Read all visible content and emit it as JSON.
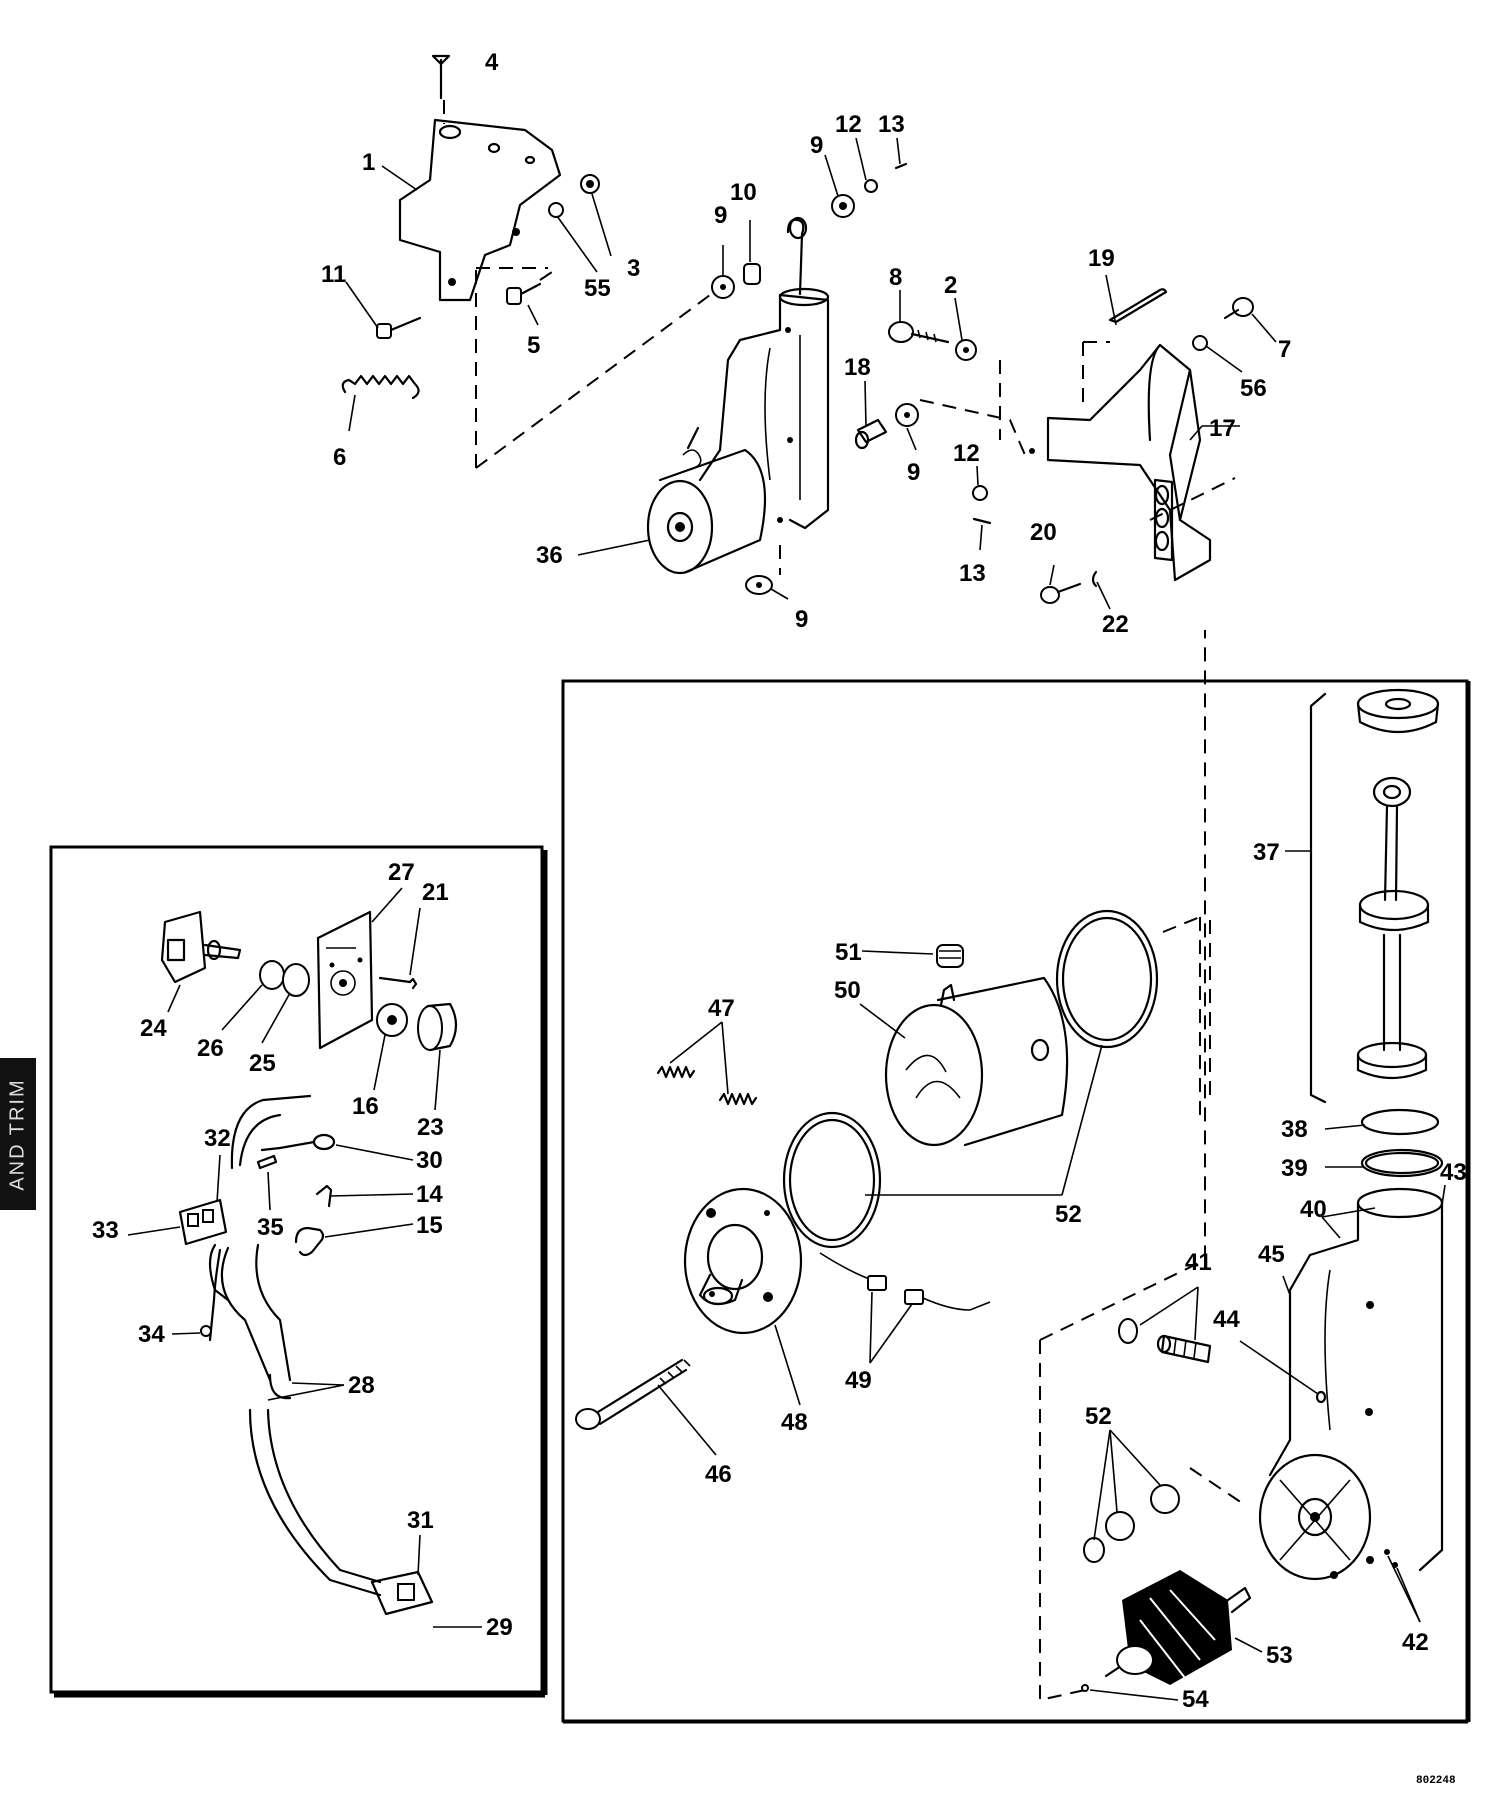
{
  "side_tab": {
    "text": "AND TRIM"
  },
  "drawing_number": "802248",
  "callouts": {
    "c1": "1",
    "c2": "2",
    "c3": "3",
    "c4": "4",
    "c5": "5",
    "c6": "6",
    "c7": "7",
    "c8": "8",
    "c9a": "9",
    "c9b": "9",
    "c9c": "9",
    "c9d": "9",
    "c10": "10",
    "c11": "11",
    "c12a": "12",
    "c12b": "12",
    "c13a": "13",
    "c13b": "13",
    "c14": "14",
    "c15": "15",
    "c16": "16",
    "c17": "17",
    "c18": "18",
    "c19": "19",
    "c20": "20",
    "c21": "21",
    "c22": "22",
    "c23": "23",
    "c24": "24",
    "c25": "25",
    "c26": "26",
    "c27": "27",
    "c28": "28",
    "c29": "29",
    "c30": "30",
    "c31": "31",
    "c32": "32",
    "c33": "33",
    "c34": "34",
    "c35": "35",
    "c36": "36",
    "c37": "37",
    "c38": "38",
    "c39": "39",
    "c40": "40",
    "c41": "41",
    "c42": "42",
    "c43": "43",
    "c44": "44",
    "c45": "45",
    "c46": "46",
    "c47": "47",
    "c48": "48",
    "c49": "49",
    "c50": "50",
    "c51": "51",
    "c52a": "52",
    "c52b": "52",
    "c53": "53",
    "c54": "54",
    "c55": "55",
    "c56": "56"
  }
}
